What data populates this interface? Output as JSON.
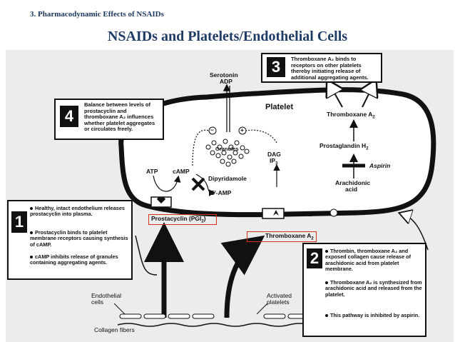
{
  "header": {
    "section": "3. Pharmacodynamic Effects of NSAIDs",
    "title": "NSAIDs and Platelets/Endothelial Cells"
  },
  "diagram": {
    "platelet_label": "Platelet",
    "serotonin": "Serotonin",
    "adp": "ADP",
    "granules": "Granules",
    "minus": "−",
    "plus": "+",
    "atp": "ATP",
    "camp": "cAMP",
    "dipyridamole": "Dipyridamole",
    "five_amp": "5'-AMP",
    "dag": "DAG",
    "ip3": "IP",
    "ip3_sub": "3",
    "thromboxane_a2": "Thromboxane A",
    "a2_sub": "2",
    "prostaglandin_h2": "Prostaglandin H",
    "h2_sub": "2",
    "aspirin": "Aspirin",
    "arachidonic_acid_1": "Arachidonic",
    "arachidonic_acid_2": "acid",
    "prostacyclin": "Prostacyclin (PGI",
    "prostacyclin_sub": "2",
    "prostacyclin_close": ")",
    "thromboxane_bottom": "Thromboxane A",
    "endothelial_cells_1": "Endothelial",
    "endothelial_cells_2": "cells",
    "activated_platelets_1": "Activated",
    "activated_platelets_2": "platelets",
    "collagen_fibers": "Collagen fibers"
  },
  "callouts": {
    "box3": {
      "number": "3",
      "text": "Thromboxane A₂ binds to receptors on other platelets thereby initiating release of additional aggregating agents."
    },
    "box4": {
      "number": "4",
      "text": "Balance between levels of prostacyclin and thromboxane A₂ influences whether platelet aggregates or circulates freely."
    },
    "box1": {
      "number": "1",
      "bullets": [
        "Healthy, intact endothelium releases prostacyclin into plasma.",
        "Prostacyclin binds to platelet membrane receptors causing synthesis of cAMP.",
        "cAMP inhibits release of granules containing aggregating agents."
      ]
    },
    "box2": {
      "number": "2",
      "bullets": [
        "Thrombin, thromboxane A₂ and exposed collagen cause release of arachidonic acid from platelet membrane.",
        "Thromboxane A₂ is synthesized from arachidonic acid and released from the platelet.",
        "This pathway is inhibited by aspirin."
      ]
    }
  }
}
